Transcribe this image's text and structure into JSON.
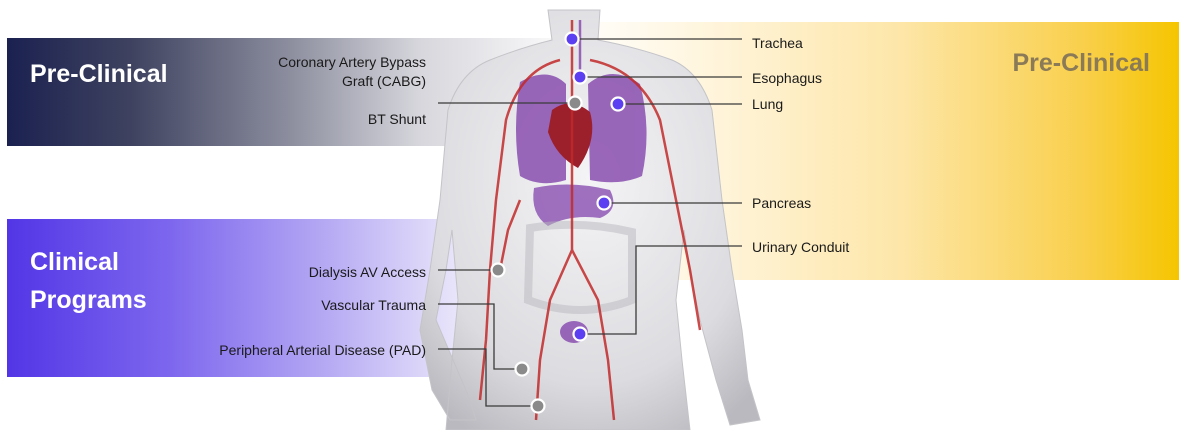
{
  "bands": {
    "preclinical_left": "Pre-Clinical",
    "clinical_line1": "Clinical",
    "clinical_line2": "Programs",
    "preclinical_right": "Pre-Clinical"
  },
  "labels": {
    "cabg_line1": "Coronary Artery Bypass",
    "cabg_line2": "Graft (CABG)",
    "bt_shunt": "BT Shunt",
    "dialysis": "Dialysis AV Access",
    "vascular_trauma": "Vascular Trauma",
    "pad": "Peripheral Arterial Disease (PAD)",
    "trachea": "Trachea",
    "esophagus": "Esophagus",
    "lung": "Lung",
    "pancreas": "Pancreas",
    "urinary_conduit": "Urinary Conduit"
  },
  "colors": {
    "preclinical_dark": "#1b2150",
    "clinical_purple": "#5236e6",
    "preclinical_gold": "#f5c500",
    "marker_filled": "#5b3ff0",
    "marker_hollow": "#8a8a8a",
    "organ_purple": "#7a3fa0",
    "vessel_red": "#c22a2a"
  }
}
